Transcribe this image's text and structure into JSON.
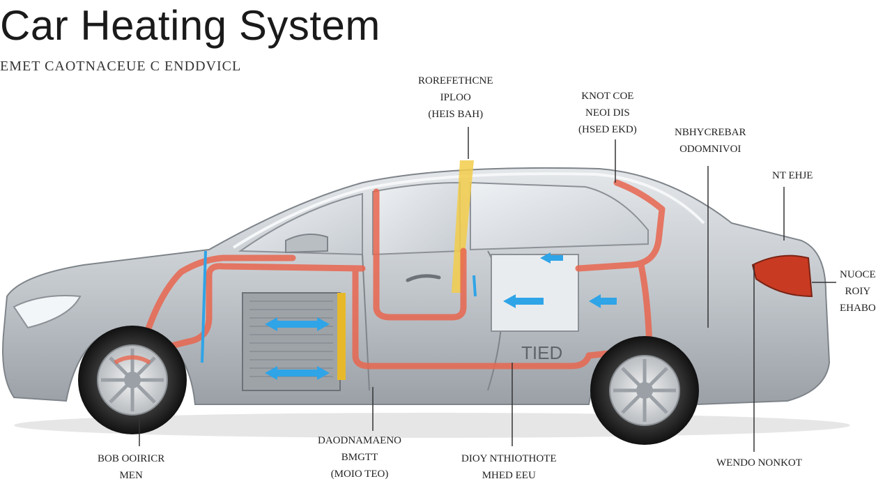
{
  "title": "Car Heating System",
  "subtitle": "EMET CAOTNACEUE C ENDDVICL",
  "callouts": {
    "top_center": [
      "ROREFETHCNE",
      "IPLOO",
      "(HEIS BAH)"
    ],
    "top_right": [
      "KNOT COE",
      "NEOI DIS",
      "(HSED EKD)"
    ],
    "upper_right": [
      "NBHYCREBAR",
      "ODOMNIVOI"
    ],
    "far_right": [
      "NT EHJE"
    ],
    "right": [
      "NUOCE",
      "ROIY",
      "EHABO"
    ],
    "bottom_left": [
      "BOB OOIRICR",
      "MEN"
    ],
    "bottom_center": [
      "DAODNAMAENO",
      "BMGTT",
      "(MOIO TEO)"
    ],
    "bottom_mid_right": [
      "DIOY NTHIOTHOTE",
      "MHED EEU"
    ],
    "bottom_right": [
      "WENDO NONKOT"
    ]
  },
  "component_labels": {
    "chassis_text": "TIED"
  },
  "colors": {
    "body": "#c9cdd2",
    "body_dark": "#8c9197",
    "hot_pipe": "#e8664f",
    "cold_arrow": "#2fa4e7",
    "heater_core": "#e7b92a",
    "tail_light": "#c93a22"
  }
}
